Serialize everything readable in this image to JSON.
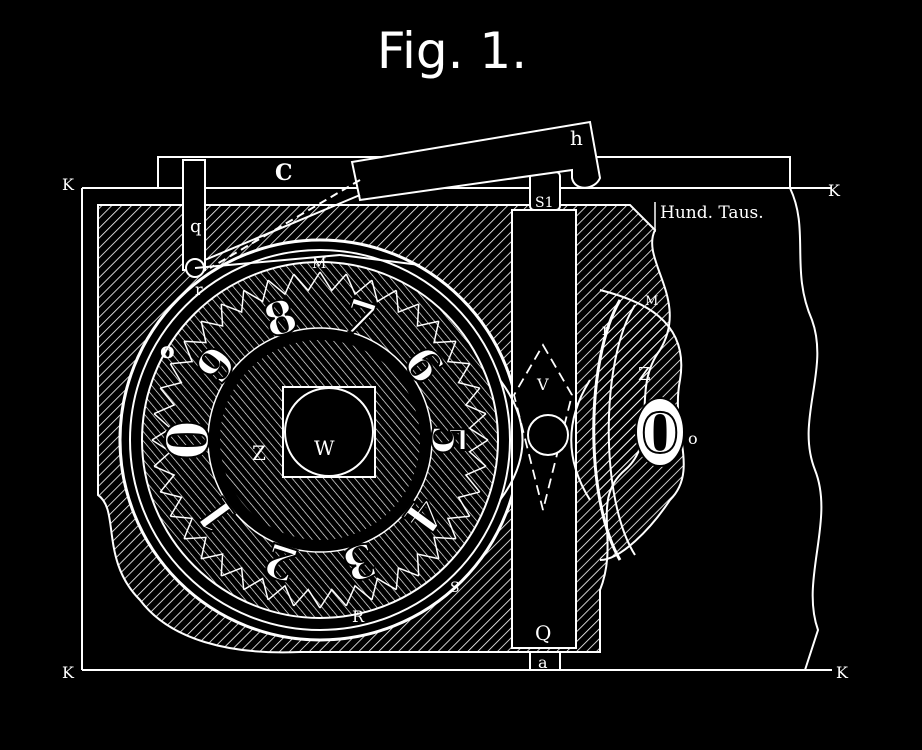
{
  "figure": {
    "title": "Fig. 1."
  },
  "corner_labels": {
    "top_left": "K",
    "top_right": "K",
    "bottom_left": "K",
    "bottom_right": "K"
  },
  "part_labels": {
    "c": "C",
    "h": "h",
    "q": "q",
    "r_left": "r",
    "o_left": "o",
    "z_inner": "Z",
    "w": "W",
    "s1": "S1",
    "v": "V",
    "q_bar": "Q",
    "a": "a",
    "r_bottom": "R",
    "s_bottom": "S",
    "r_right": "r",
    "z_right": "Z",
    "o_right": "o",
    "m_right": "M",
    "m_top": "M"
  },
  "section_label": "Hund. Taus.",
  "wheel_numerals": [
    "0",
    "9",
    "8",
    "7",
    "6",
    "5",
    "4",
    "3",
    "2",
    "1"
  ],
  "right_wheel_numeral": "0",
  "colors": {
    "background": "#000000",
    "ink": "#ffffff"
  }
}
